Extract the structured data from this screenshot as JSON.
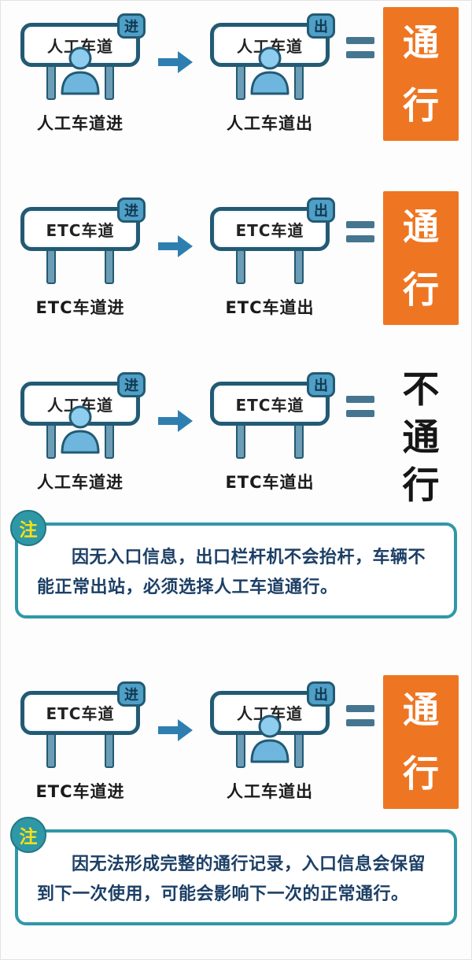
{
  "colors": {
    "pass_bg": "#ee7623",
    "pass_text": "#ffffff",
    "sign_border": "#235a73",
    "badge_bg": "#4f9fc7",
    "arrow": "#2e7fb0",
    "note_border": "#2f98a6",
    "note_badge_text": "#f7e017",
    "note_text": "#1c3f66"
  },
  "rows": [
    {
      "left": {
        "sign": "人工车道",
        "badge": "进",
        "label": "人工车道进"
      },
      "right": {
        "sign": "人工车道",
        "badge": "出",
        "label": "人工车道出"
      },
      "result": "通行",
      "result_type": "pass"
    },
    {
      "left": {
        "sign": "ETC车道",
        "badge": "进",
        "label": "ETC车道进"
      },
      "right": {
        "sign": "ETC车道",
        "badge": "出",
        "label": "ETC车道出"
      },
      "result": "通行",
      "result_type": "pass"
    },
    {
      "left": {
        "sign": "人工车道",
        "badge": "进",
        "label": "人工车道进"
      },
      "right": {
        "sign": "ETC车道",
        "badge": "出",
        "label": "ETC车道出"
      },
      "result": "不通行",
      "result_type": "no-pass"
    },
    {
      "left": {
        "sign": "ETC车道",
        "badge": "进",
        "label": "ETC车道进"
      },
      "right": {
        "sign": "人工车道",
        "badge": "出",
        "label": "人工车道出"
      },
      "result": "通行",
      "result_type": "pass"
    }
  ],
  "notes": [
    {
      "badge": "注",
      "text": "因无入口信息，出口栏杆机不会抬杆，车辆不能正常出站，必须选择人工车道通行。"
    },
    {
      "badge": "注",
      "text": "因无法形成完整的通行记录，入口信息会保留到下一次使用，可能会影响下一次的正常通行。"
    }
  ]
}
